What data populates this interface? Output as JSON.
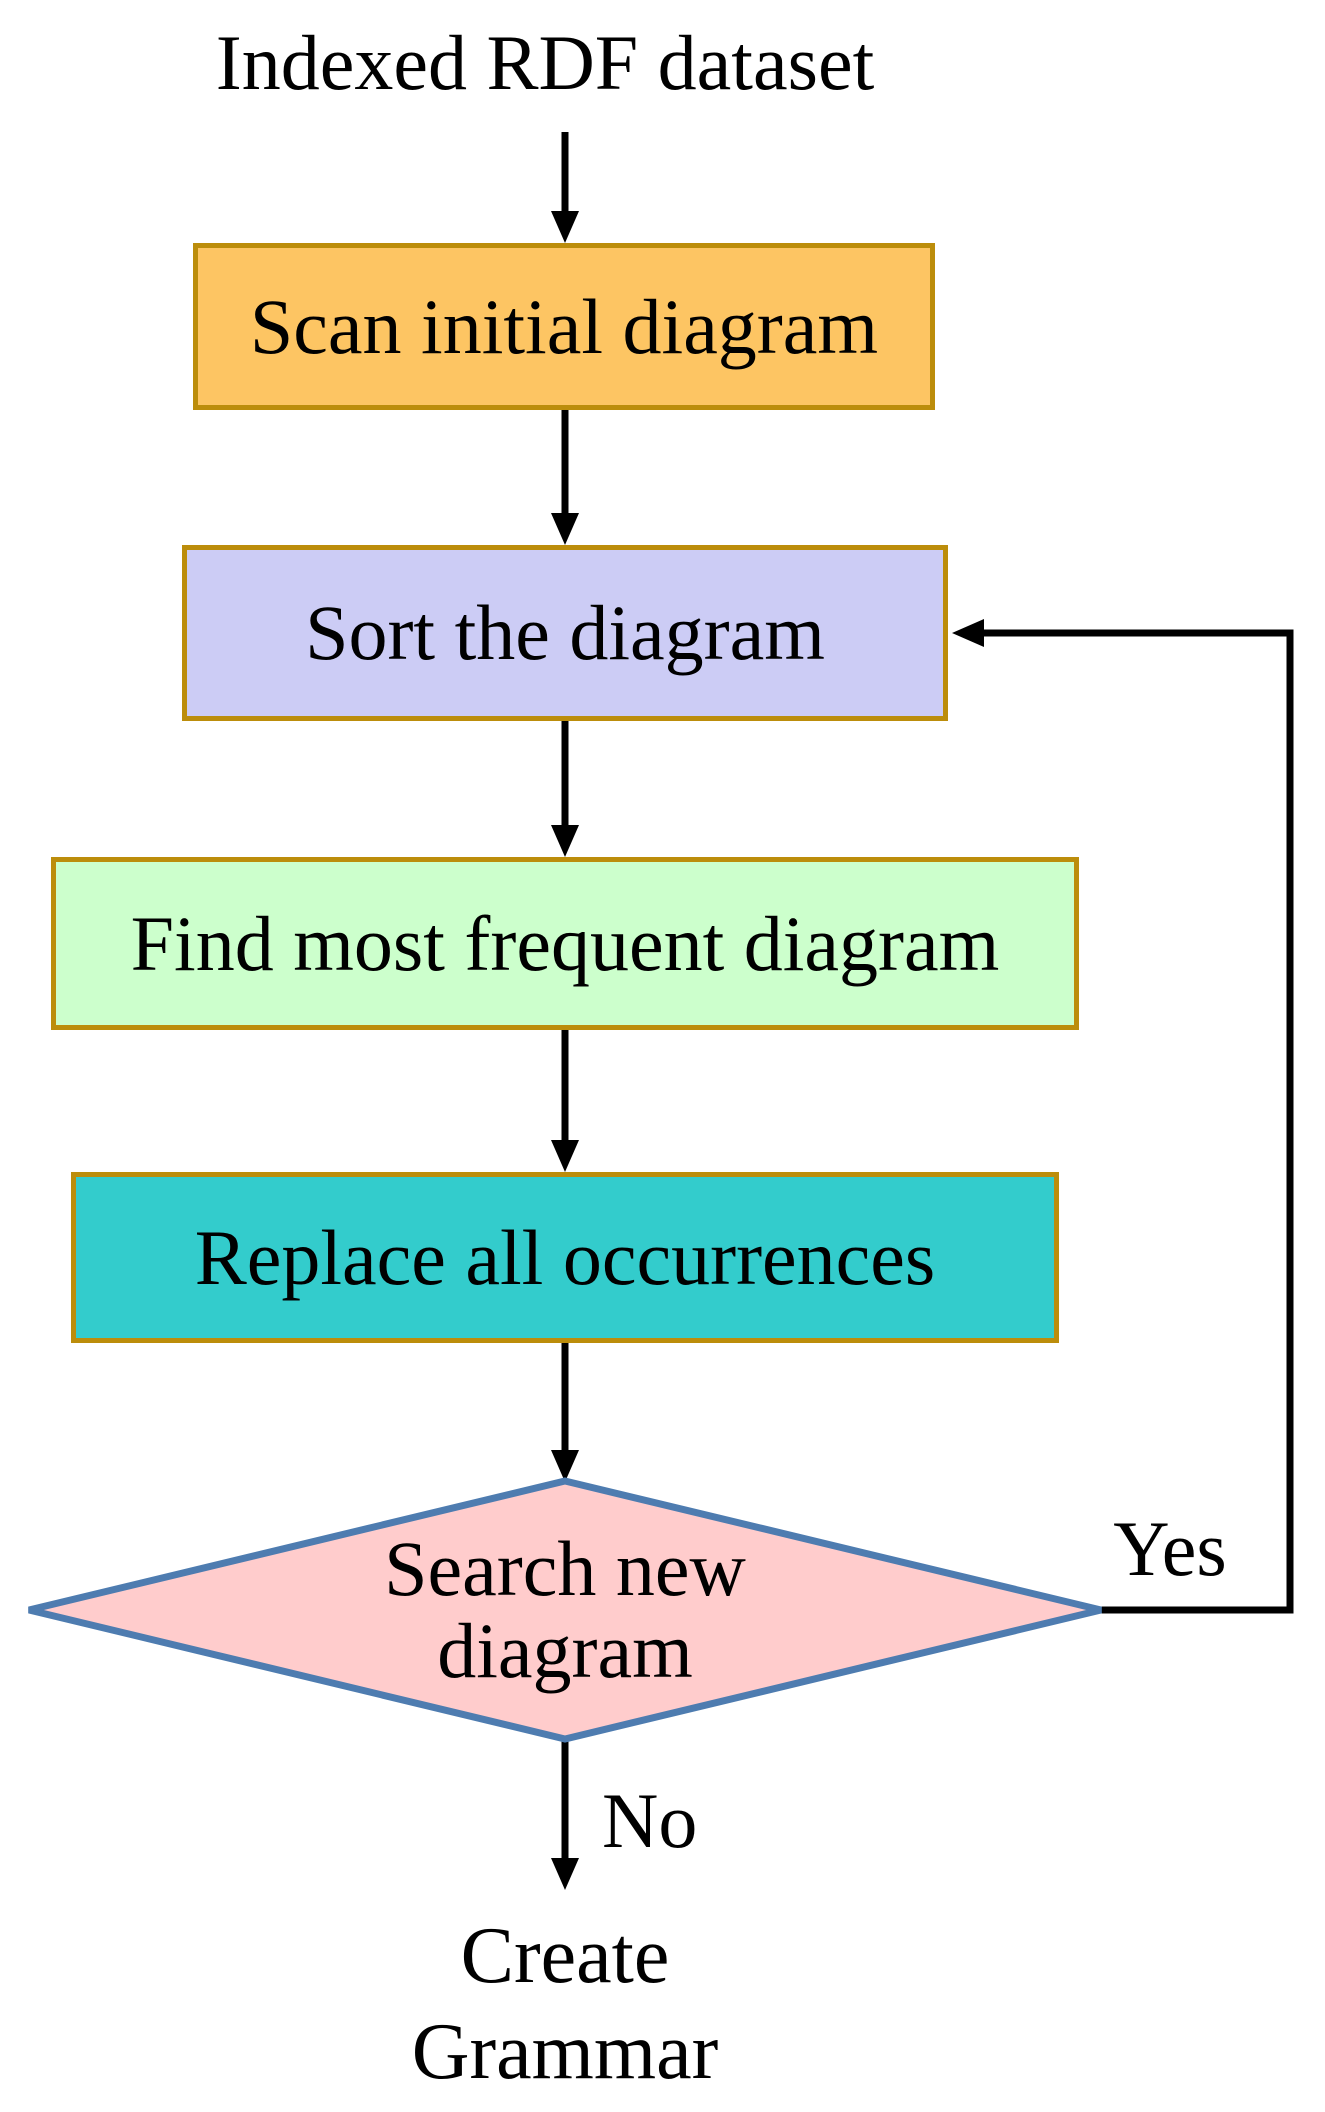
{
  "flow": {
    "start": "Indexed RDF dataset",
    "nodes": {
      "scan": {
        "label": "Scan initial diagram",
        "fill": "#FDC563",
        "border": "#BC8D0B"
      },
      "sort": {
        "label": "Sort the diagram",
        "fill": "#CCCCF5",
        "border": "#BC8D0B"
      },
      "find": {
        "label": "Find most frequent diagram",
        "fill": "#CCFFCC",
        "border": "#BC8D0B"
      },
      "replace": {
        "label": "Replace all occurrences",
        "fill": "#33CCCC",
        "border": "#BC8D0B"
      },
      "decision": {
        "label_line1": "Search new",
        "label_line2": "diagram",
        "fill": "#FFCCCC",
        "border": "#4E7CB0"
      }
    },
    "branches": {
      "yes": "Yes",
      "no": "No"
    },
    "end": {
      "line1": "Create",
      "line2": "Grammar"
    },
    "connector_color": "#000000"
  }
}
